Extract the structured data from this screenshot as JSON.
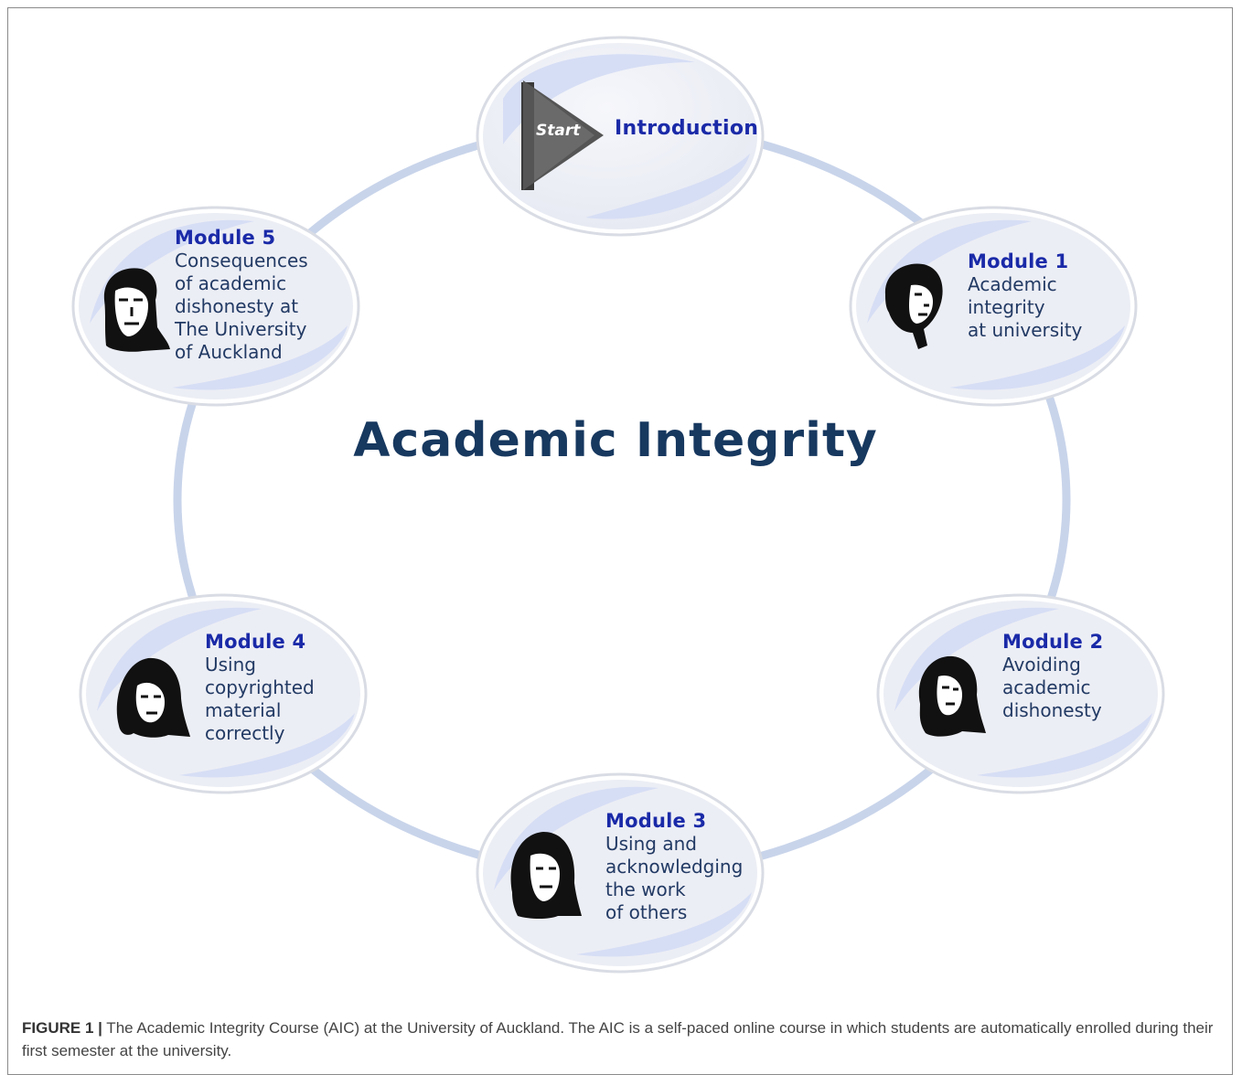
{
  "diagram": {
    "center_title": "Academic Integrity",
    "start": {
      "start_label": "Start",
      "label": "Introduction"
    },
    "modules": [
      {
        "title": "Module 1",
        "description": "Academic\nintegrity\nat university"
      },
      {
        "title": "Module 2",
        "description": "Avoiding\nacademic\ndishonesty"
      },
      {
        "title": "Module 3",
        "description": "Using and\nacknowledging\nthe work\nof others"
      },
      {
        "title": "Module 4",
        "description": "Using\ncopyrighted\nmaterial\ncorrectly"
      },
      {
        "title": "Module 5",
        "description": "Consequences\nof academic\ndishonesty at\nThe University\nof Auckland"
      }
    ],
    "colors": {
      "ring": "#c5d2ea",
      "bubble_fill": "#eef0f6",
      "bubble_accent": "#d3dcf4",
      "title": "#17385f",
      "module_title": "#1a2aa8"
    }
  },
  "caption": {
    "label": "FIGURE 1 |",
    "text": " The Academic  Integrity Course (AIC) at the University of Auckland. The AIC is a self-paced online course in which students are automatically enrolled during their first semester at the university."
  }
}
